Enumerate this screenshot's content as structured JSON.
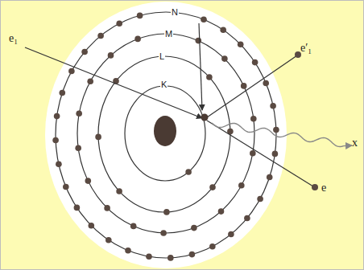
{
  "diagram": {
    "labels": [
      "N",
      "M",
      "L",
      "K",
      "e₁",
      "e′₁",
      "e",
      "x"
    ]
  }
}
